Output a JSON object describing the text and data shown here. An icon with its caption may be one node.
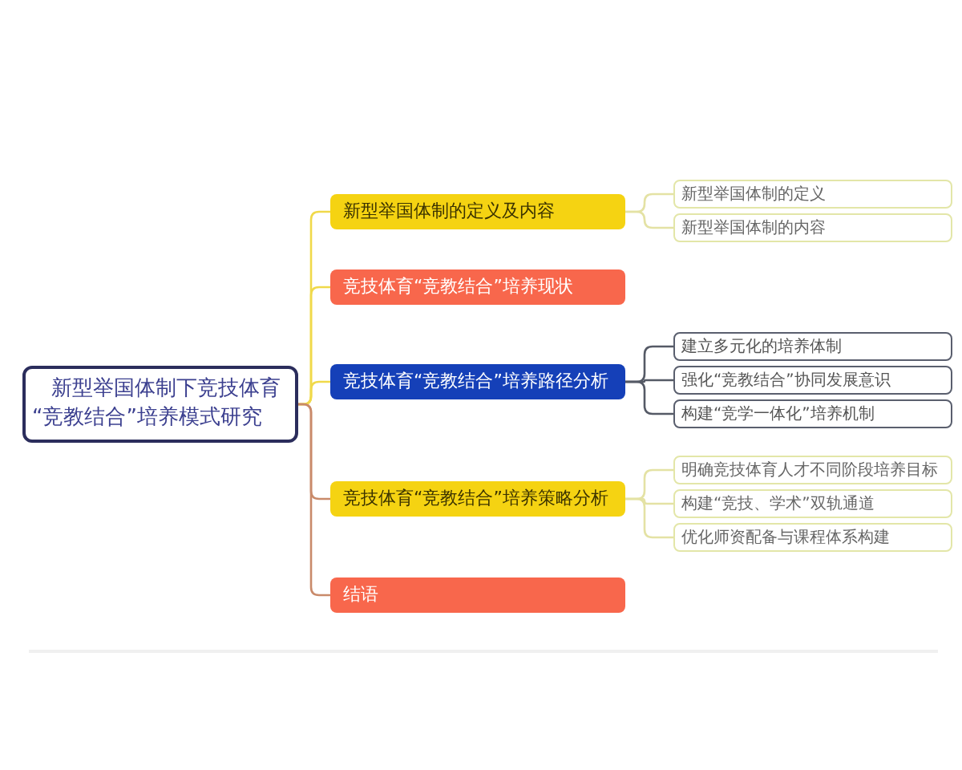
{
  "diagram": {
    "nodes": [
      {
        "text": [
          "新型举国体制下竞技体育“竞教结合”培养模式研究"
        ]
      },
      {
        "text": [
          "新型举国体制的定义及内容"
        ]
      },
      {
        "text": [
          "新型举国体制的定义"
        ]
      },
      {
        "text": [
          "新型举国体制的内容"
        ]
      },
      {
        "text": [
          "竞技体育“竞教结合”培养现状"
        ]
      },
      {
        "text": [
          "竞技体育“竞教结合”培养路径分析"
        ]
      },
      {
        "text": [
          "建立多元化的培养体制"
        ]
      },
      {
        "text": [
          "强化“竞教结合”协同发展意识"
        ]
      },
      {
        "text": [
          "构建“竞学一体化”培养机制"
        ]
      },
      {
        "text": [
          "竞技体育“竞教结合”培养策略分析"
        ]
      },
      {
        "text": [
          "明确竞技体育人才不同阶段培养目标"
        ]
      },
      {
        "text": [
          "构建“竞技、学术”双轨通道"
        ]
      },
      {
        "text": [
          "优化师资配备与课程体系构建"
        ]
      },
      {
        "text": [
          "结语"
        ]
      }
    ],
    "edges": [
      {
        "from": 0,
        "to": 1,
        "arrow": "none",
        "color": "#f0d94a"
      },
      {
        "from": 0,
        "to": 4,
        "arrow": "none",
        "color": "#f0d94a"
      },
      {
        "from": 0,
        "to": 5,
        "arrow": "none",
        "color": "#f0d94a"
      },
      {
        "from": 0,
        "to": 9,
        "arrow": "none",
        "color": "#c98a6a"
      },
      {
        "from": 0,
        "to": 13,
        "arrow": "none",
        "color": "#c98a6a"
      },
      {
        "from": 1,
        "to": 2,
        "arrow": "none",
        "color": "#e4e2a4"
      },
      {
        "from": 1,
        "to": 3,
        "arrow": "none",
        "color": "#e4e2a4"
      },
      {
        "from": 5,
        "to": 6,
        "arrow": "none",
        "color": "#555a66"
      },
      {
        "from": 5,
        "to": 7,
        "arrow": "none",
        "color": "#555a66"
      },
      {
        "from": 5,
        "to": 8,
        "arrow": "none",
        "color": "#555a66"
      },
      {
        "from": 9,
        "to": 10,
        "arrow": "none",
        "color": "#e4e2a4"
      },
      {
        "from": 9,
        "to": 11,
        "arrow": "none",
        "color": "#e4e2a4"
      },
      {
        "from": 9,
        "to": 12,
        "arrow": "none",
        "color": "#e4e2a4"
      }
    ]
  }
}
